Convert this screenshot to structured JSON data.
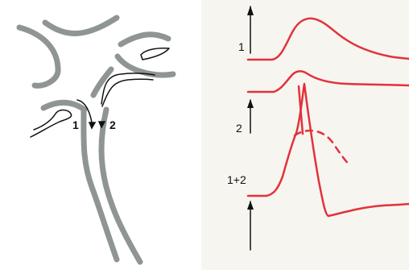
{
  "diagram": {
    "colors": {
      "neuron": "#8f9595",
      "trace": "#e2323a",
      "ink": "#111111",
      "paper": "#f7f5f0"
    },
    "left_labels": {
      "input_1": "1",
      "input_2": "2"
    },
    "trace_labels": {
      "trace_1": "1",
      "trace_2": "2",
      "trace_sum": "1+2"
    }
  }
}
